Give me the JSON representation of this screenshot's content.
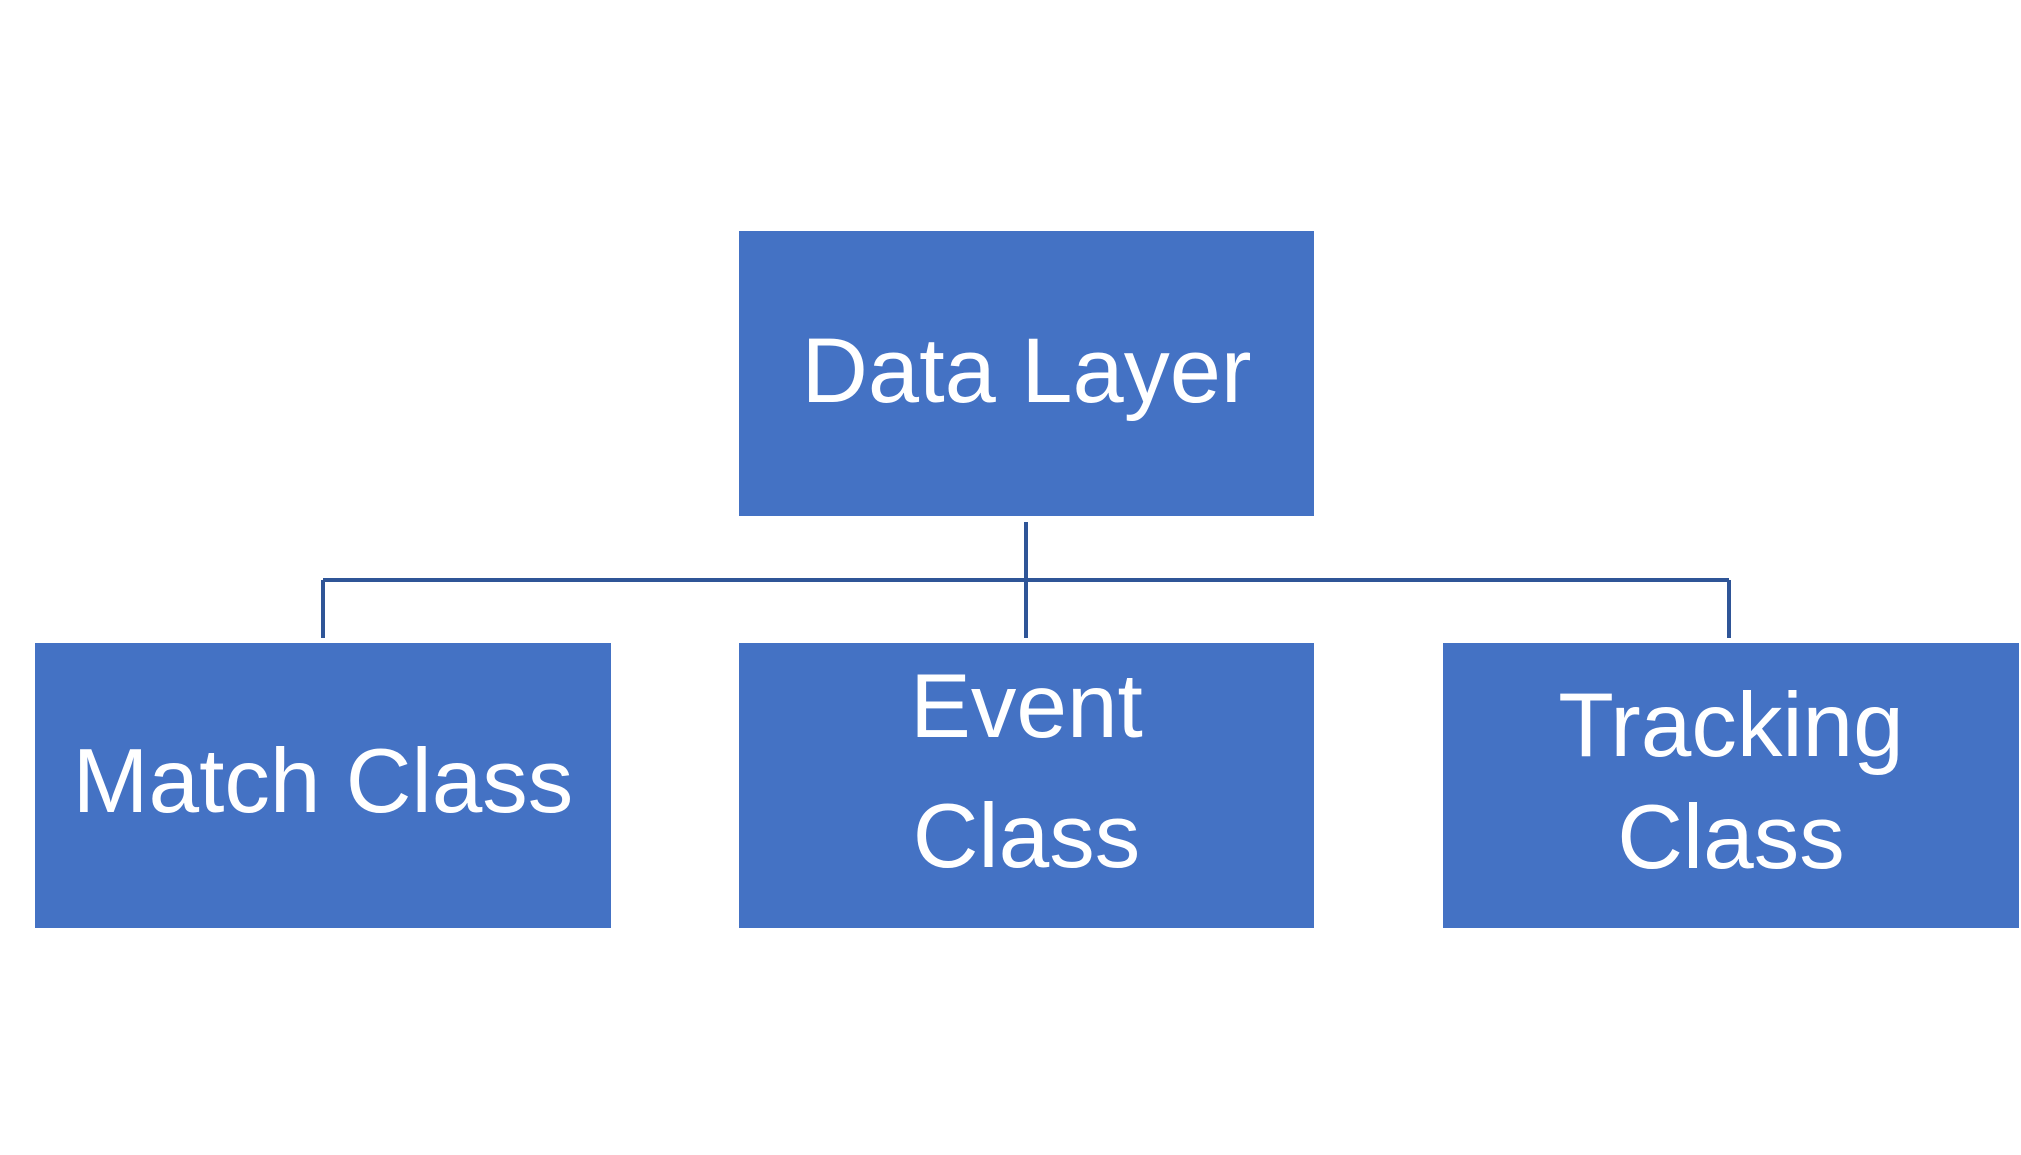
{
  "diagram": {
    "colors": {
      "node_fill": "#4472C4",
      "node_text": "#FFFFFF",
      "connector": "#2F5597",
      "background": "#FFFFFF"
    },
    "root": {
      "label": "Data Layer"
    },
    "children": [
      {
        "label": "Match Class"
      },
      {
        "label": "Event\nClass"
      },
      {
        "label": "Tracking\nClass"
      }
    ]
  }
}
